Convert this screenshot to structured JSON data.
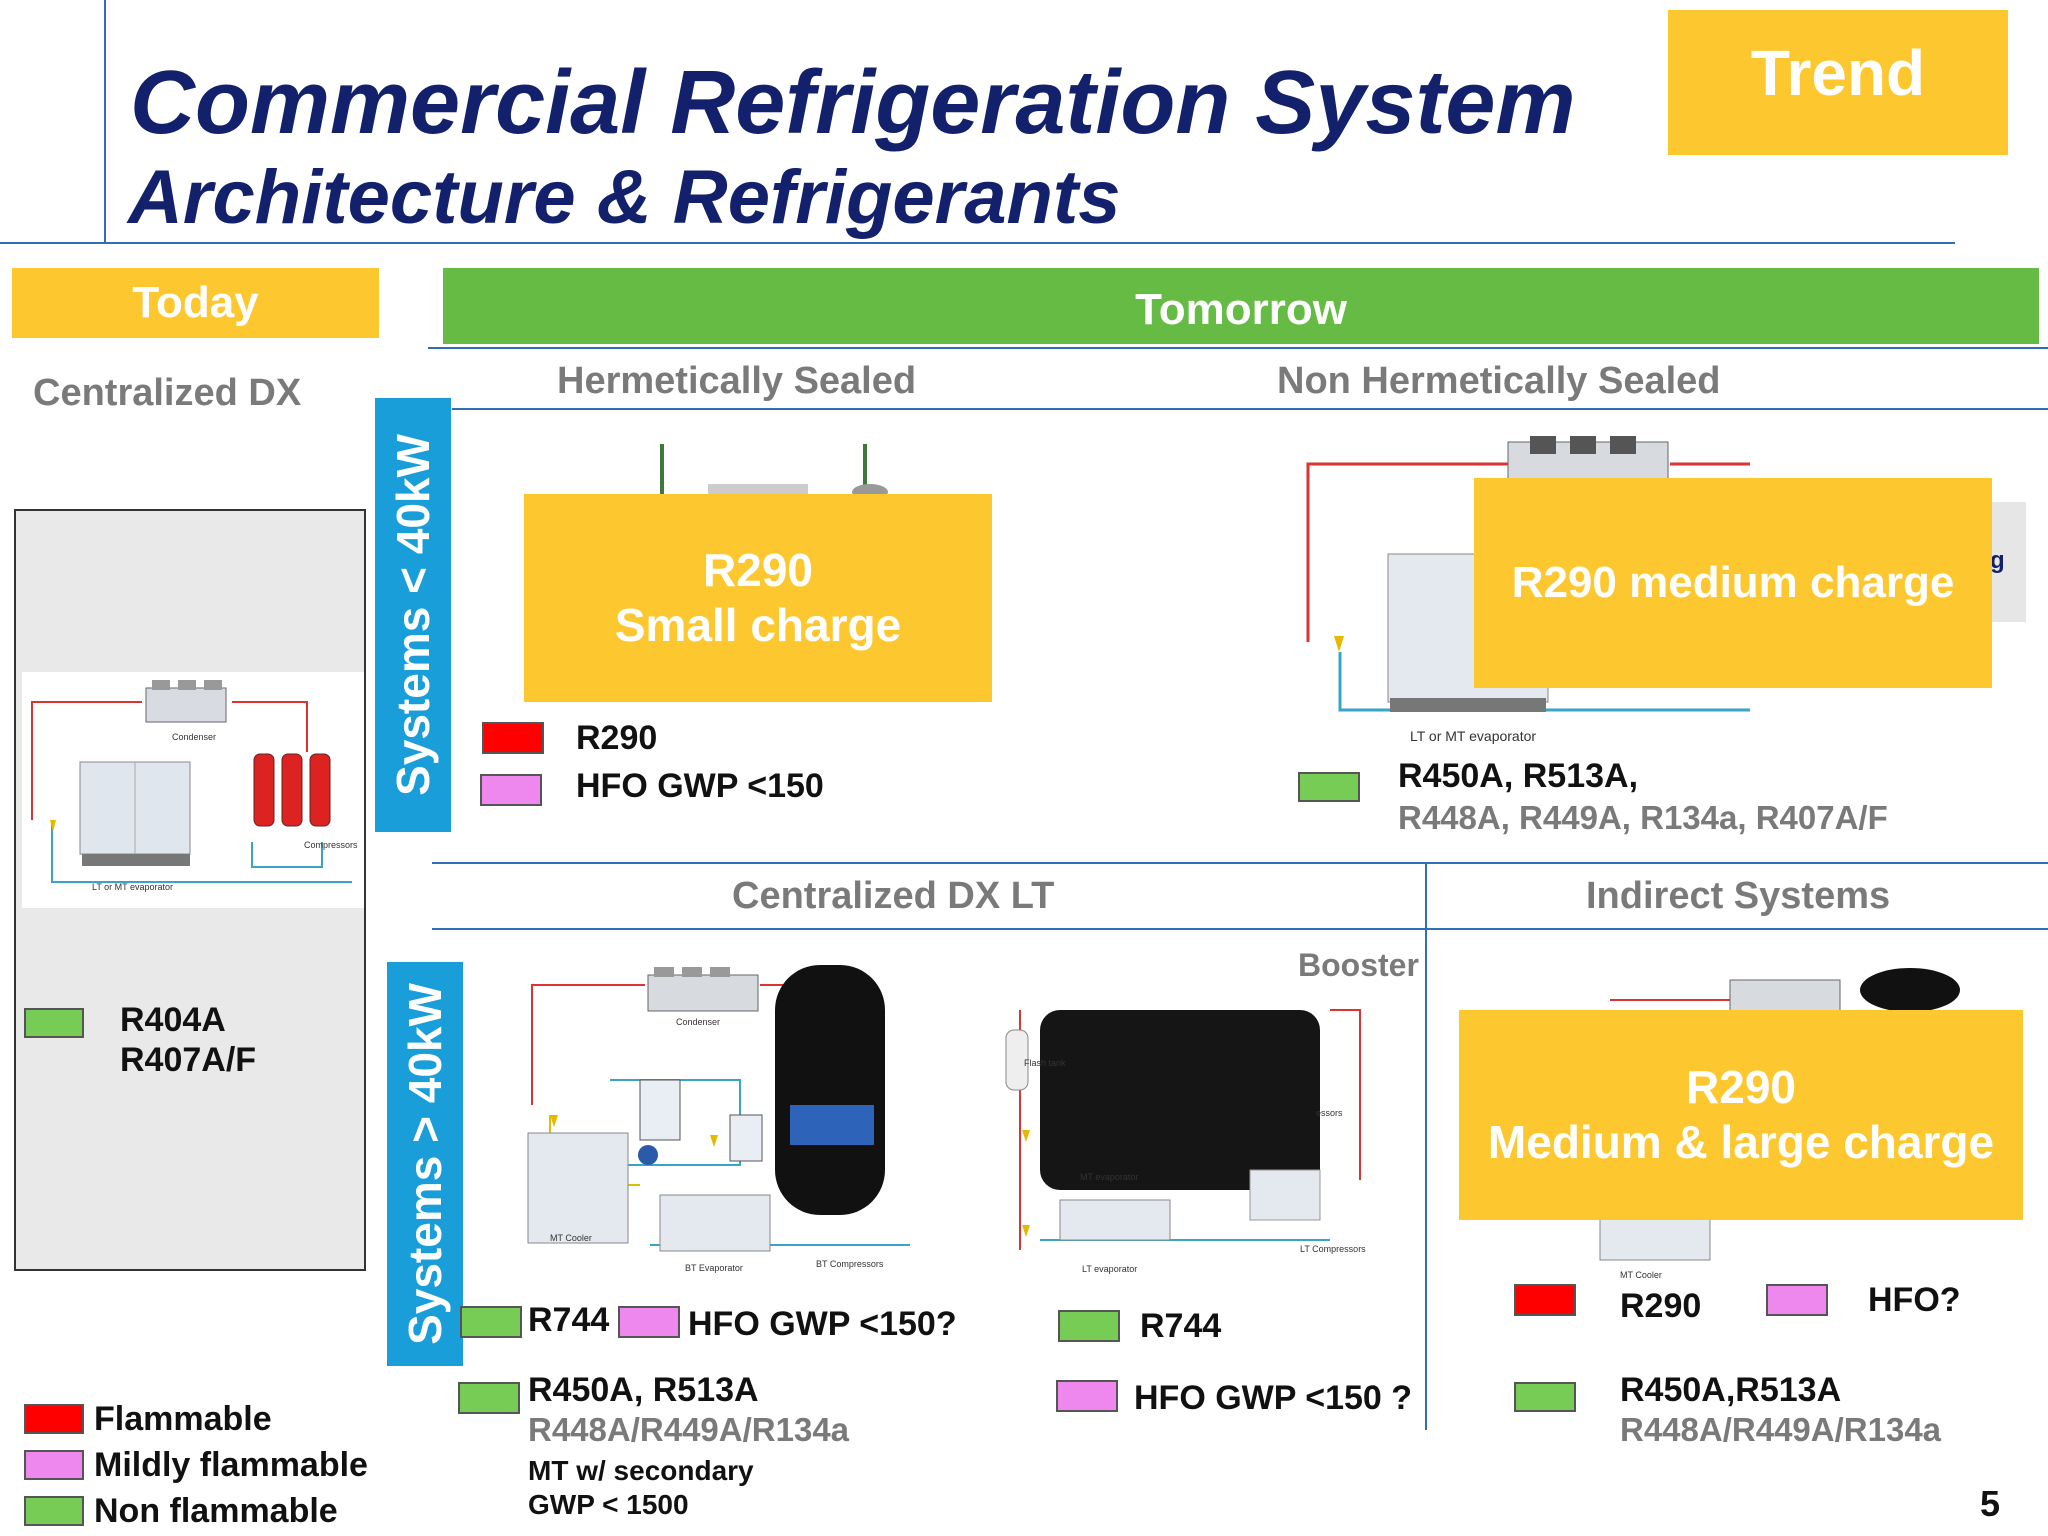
{
  "header": {
    "title_line1": "Commercial Refrigeration System",
    "title_line2": "Architecture & Refrigerants",
    "trend_badge": "Trend"
  },
  "bars": {
    "today": "Today",
    "tomorrow": "Tomorrow"
  },
  "today_column": {
    "heading": "Centralized DX",
    "refrigerant_line1": "R404A",
    "refrigerant_line2": "R407A/F",
    "diagram_labels": {
      "condenser": "Condenser",
      "compressors": "Compressors",
      "evaporator": "LT or MT evaporator"
    }
  },
  "side_labels": {
    "small": "Systems < 40kW",
    "large": "Systems > 40kW"
  },
  "hermetic": {
    "heading": "Hermetically Sealed",
    "overlay_line1": "R290",
    "overlay_line2": "Small charge",
    "ref1": "R290",
    "ref2": "HFO GWP <150"
  },
  "non_hermetic": {
    "heading": "Non Hermetically Sealed",
    "overlay": "R290 medium charge",
    "peek_letter": "g",
    "ref_line1": "R450A, R513A,",
    "ref_line2": "R448A, R449A, R134a, R407A/F",
    "diagram_label": "LT or MT evaporator"
  },
  "centralized_lt": {
    "heading": "Centralized DX LT",
    "booster_label": "Booster",
    "ref_r744": "R744",
    "ref_hfo": "HFO GWP <150?",
    "ref_line1": "R450A, R513A",
    "ref_line2": "R448A/R449A/R134a",
    "note_line1": "MT w/ secondary",
    "note_line2": "GWP < 1500",
    "booster_r744": "R744",
    "booster_hfo": "HFO GWP <150 ?",
    "diagram_labels": {
      "condenser": "Condenser",
      "mt_cooler": "MT Cooler",
      "bt_evaporator": "BT Evaporator",
      "bt_compressors": "BT Compressors",
      "flash_tank": "Flash tank",
      "mt_evaporator": "MT evaporator",
      "lt_evaporator": "LT evaporator",
      "lt_compressors": "LT Compressors",
      "mt_compressors": "essors"
    }
  },
  "indirect": {
    "heading": "Indirect Systems",
    "overlay_line1": "R290",
    "overlay_line2": "Medium & large charge",
    "ref_r290": "R290",
    "ref_hfo": "HFO?",
    "ref_line1": "R450A,R513A",
    "ref_line2": "R448A/R449A/R134a",
    "diagram_label": "MT Cooler"
  },
  "legend": {
    "flammable": "Flammable",
    "mildly": "Mildly flammable",
    "non": "Non flammable"
  },
  "colors": {
    "navy": "#13206b",
    "yellow": "#fdc82f",
    "green_bar": "#66bb44",
    "side_blue": "#199ed9",
    "flammable": "#ff0000",
    "mildly_flammable": "#ee88ee",
    "non_flammable": "#77cc55"
  },
  "page_number": "5"
}
